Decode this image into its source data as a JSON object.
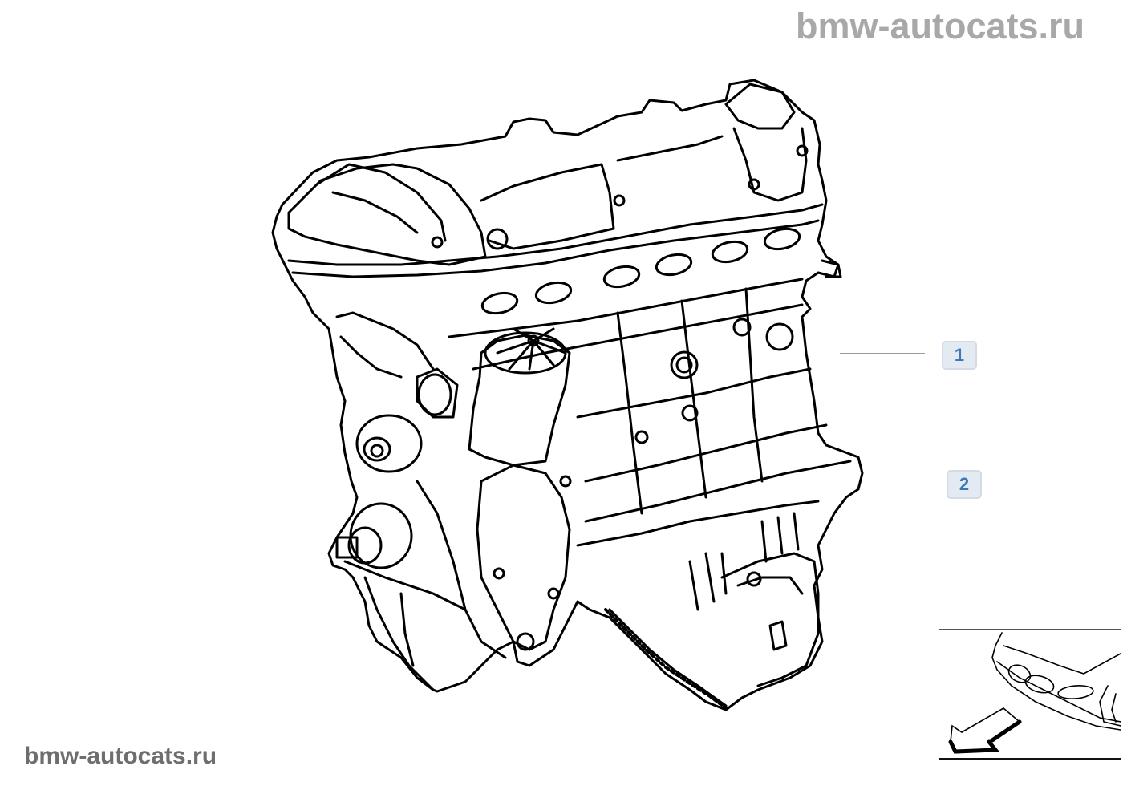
{
  "watermarks": {
    "top": "bmw-autocats.ru",
    "bottom": "bmw-autocats.ru"
  },
  "diagram": {
    "subject": "engine-assembly-illustration",
    "callouts": [
      {
        "label": "1",
        "has_leader_line": true
      },
      {
        "label": "2",
        "has_leader_line": false
      }
    ]
  },
  "navigation_thumbnail": {
    "icon": "car-front-with-arrow-icon",
    "arrow_direction": "down-left"
  },
  "colors": {
    "badge_bg": "#e4eaf2",
    "badge_border": "#d4dbe4",
    "badge_text": "#3a78b8",
    "watermark_top": "#a8a8a8",
    "watermark_bottom": "#6e6e6e",
    "line_art": "#000000"
  }
}
